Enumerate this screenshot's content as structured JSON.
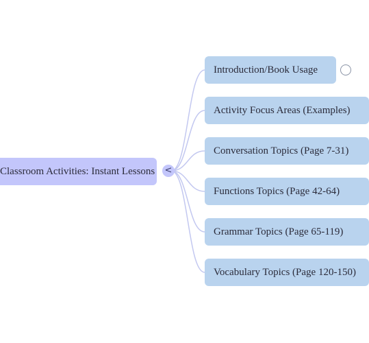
{
  "mindmap": {
    "root": {
      "label": "Classroom Activities: Instant Lessons",
      "collapse_glyph": "<"
    },
    "children": [
      {
        "label": "Introduction/Book Usage"
      },
      {
        "label": "Activity Focus Areas (Examples)"
      },
      {
        "label": "Conversation Topics (Page 7-31)"
      },
      {
        "label": "Functions Topics (Page 42-64)"
      },
      {
        "label": "Grammar Topics (Page 65-119)"
      },
      {
        "label": "Vocabulary Topics (Page 120-150)"
      }
    ]
  },
  "colors": {
    "root_fill": "#c3c6fb",
    "child_fill": "#b9d3ee",
    "edge": "#c3c8f0",
    "text": "#2b2b3a"
  }
}
